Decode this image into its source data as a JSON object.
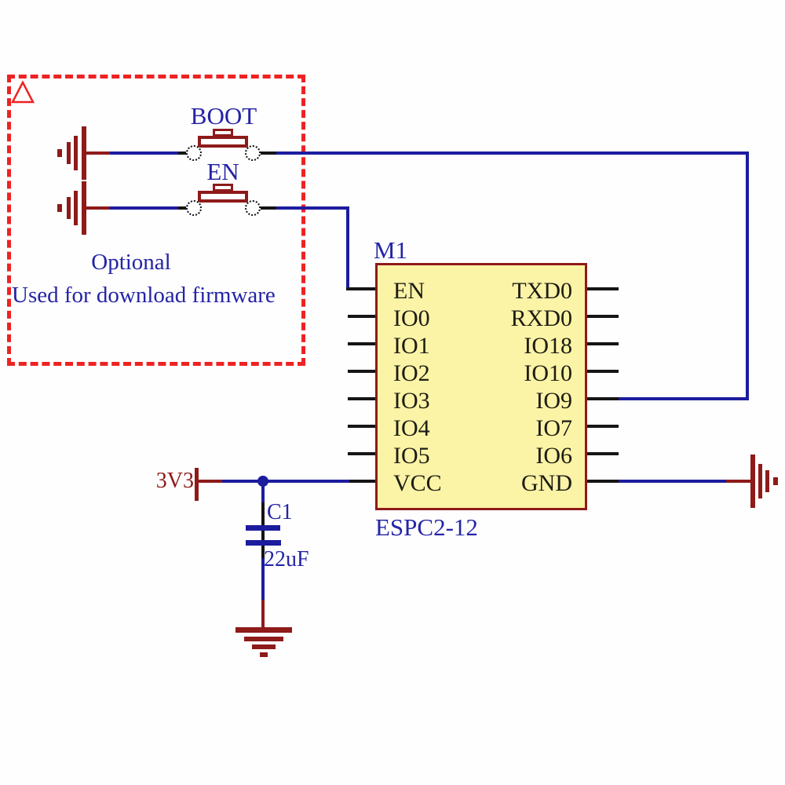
{
  "schematic": {
    "note_box": {
      "optional_label": "Optional",
      "usage_label": "Used for download firmware"
    },
    "switches": [
      {
        "name": "BOOT"
      },
      {
        "name": "EN"
      }
    ],
    "module": {
      "designator": "M1",
      "part_number": "ESPC2-12",
      "left_pins": [
        "EN",
        "IO0",
        "IO1",
        "IO2",
        "IO3",
        "IO4",
        "IO5",
        "VCC"
      ],
      "right_pins": [
        "TXD0",
        "RXD0",
        "IO18",
        "IO10",
        "IO9",
        "IO7",
        "IO6",
        "GND"
      ]
    },
    "power_net": {
      "label": "3V3"
    },
    "capacitor": {
      "designator": "C1",
      "value": "22uF"
    },
    "colors": {
      "wire_blue": "#1C1C9E",
      "text_blue": "#2424A6",
      "component_dark_red": "#8E1A1A",
      "note_box_red": "#EE2222",
      "ic_fill": "#FBF3A6",
      "pin_text": "#1d1c14"
    }
  }
}
